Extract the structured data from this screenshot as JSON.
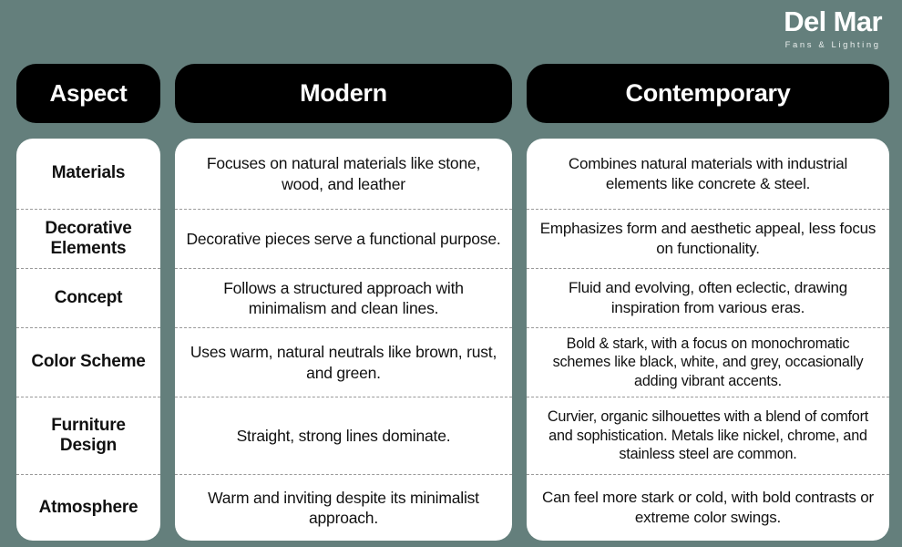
{
  "brand": {
    "name": "Del Mar",
    "tagline": "Fans & Lighting"
  },
  "colors": {
    "background": "#647f7c",
    "header_pill": "#000000",
    "card": "#ffffff",
    "text": "#111111",
    "divider": "#9a9a9a"
  },
  "table": {
    "headers": {
      "aspect": "Aspect",
      "modern": "Modern",
      "contemporary": "Contemporary"
    },
    "rows": [
      {
        "aspect": "Materials",
        "modern": "Focuses on natural materials like stone, wood, and leather",
        "contemporary": "Combines natural materials with industrial elements like concrete & steel."
      },
      {
        "aspect": "Decorative Elements",
        "modern": "Decorative pieces serve a functional purpose.",
        "contemporary": "Emphasizes form and aesthetic appeal, less focus on functionality."
      },
      {
        "aspect": "Concept",
        "modern": "Follows a structured approach with minimalism and clean lines.",
        "contemporary": "Fluid and evolving, often eclectic, drawing inspiration from various eras."
      },
      {
        "aspect": "Color Scheme",
        "modern": "Uses warm, natural neutrals like brown, rust, and green.",
        "contemporary": "Bold & stark, with a focus on monochromatic schemes like black, white, and grey, occasionally adding vibrant accents."
      },
      {
        "aspect": "Furniture Design",
        "modern": "Straight, strong lines dominate.",
        "contemporary": "Curvier, organic silhouettes with a blend of comfort and sophistication. Metals like nickel, chrome, and stainless steel are common."
      },
      {
        "aspect": "Atmosphere",
        "modern": "Warm and inviting despite its minimalist approach.",
        "contemporary": "Can feel more stark or cold, with bold contrasts or extreme color swings."
      }
    ]
  }
}
